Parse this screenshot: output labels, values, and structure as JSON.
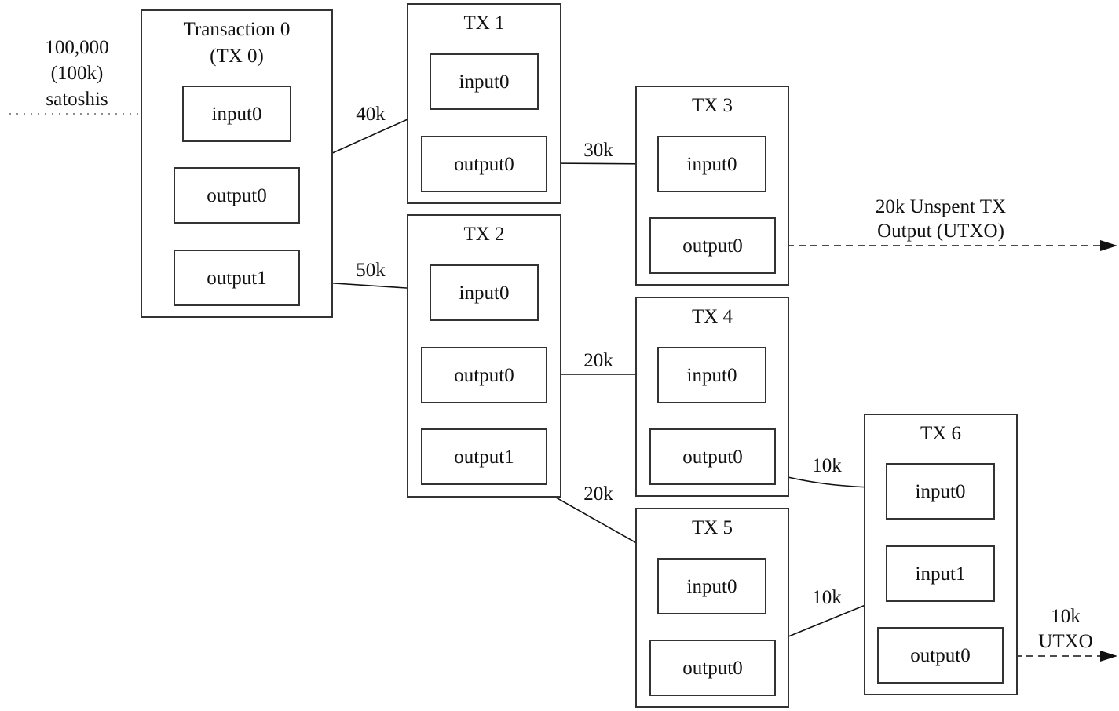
{
  "transactions": [
    {
      "id": "tx0",
      "title_lines": [
        "Transaction 0",
        "(TX 0)"
      ],
      "ports": [
        "input0",
        "output0",
        "output1"
      ]
    },
    {
      "id": "tx1",
      "title_lines": [
        "TX 1"
      ],
      "ports": [
        "input0",
        "output0"
      ]
    },
    {
      "id": "tx2",
      "title_lines": [
        "TX 2"
      ],
      "ports": [
        "input0",
        "output0",
        "output1"
      ]
    },
    {
      "id": "tx3",
      "title_lines": [
        "TX 3"
      ],
      "ports": [
        "input0",
        "output0"
      ]
    },
    {
      "id": "tx4",
      "title_lines": [
        "TX 4"
      ],
      "ports": [
        "input0",
        "output0"
      ]
    },
    {
      "id": "tx5",
      "title_lines": [
        "TX 5"
      ],
      "ports": [
        "input0",
        "output0"
      ]
    },
    {
      "id": "tx6",
      "title_lines": [
        "TX 6"
      ],
      "ports": [
        "input0",
        "input1",
        "output0"
      ]
    }
  ],
  "edges": [
    {
      "from": "source",
      "to": "tx0.input0",
      "style": "dotted",
      "label_lines": [
        "100,000",
        "(100k)",
        "satoshis"
      ]
    },
    {
      "from": "tx0.output0",
      "to": "tx1.input0",
      "style": "solid",
      "label_lines": [
        "40k"
      ]
    },
    {
      "from": "tx0.output1",
      "to": "tx2.input0",
      "style": "solid",
      "label_lines": [
        "50k"
      ]
    },
    {
      "from": "tx1.output0",
      "to": "tx3.input0",
      "style": "solid",
      "label_lines": [
        "30k"
      ]
    },
    {
      "from": "tx3.output0",
      "to": "sink",
      "style": "dashed",
      "label_lines": [
        "20k Unspent TX",
        "Output (UTXO)"
      ]
    },
    {
      "from": "tx2.output0",
      "to": "tx4.input0",
      "style": "solid",
      "label_lines": [
        "20k"
      ]
    },
    {
      "from": "tx2.output1",
      "to": "tx5.input0",
      "style": "solid",
      "label_lines": [
        "20k"
      ]
    },
    {
      "from": "tx4.output0",
      "to": "tx6.input0",
      "style": "solid",
      "label_lines": [
        "10k"
      ]
    },
    {
      "from": "tx5.output0",
      "to": "tx6.input1",
      "style": "solid",
      "label_lines": [
        "10k"
      ]
    },
    {
      "from": "tx6.output0",
      "to": "sink",
      "style": "dashed",
      "label_lines": [
        "10k",
        "UTXO"
      ]
    }
  ]
}
